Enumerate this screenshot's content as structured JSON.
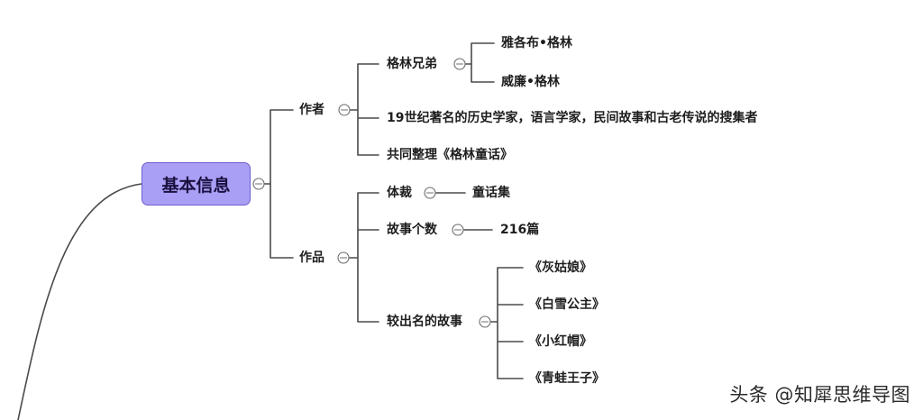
{
  "mindmap": {
    "root": "基本信息",
    "author_branch": {
      "label": "作者",
      "brothers": {
        "label": "格林兄弟",
        "members": [
          "雅各布•格林",
          "威廉•格林"
        ]
      },
      "description": "19世纪著名的历史学家，语言学家，民间故事和古老传说的搜集者",
      "compiled": "共同整理《格林童话》"
    },
    "works_branch": {
      "label": "作品",
      "genre": {
        "label": "体裁",
        "value": "童话集"
      },
      "story_count": {
        "label": "故事个数",
        "value": "216篇"
      },
      "famous_stories": {
        "label": "较出名的故事",
        "items": [
          "《灰姑娘》",
          "《白雪公主》",
          "《小红帽》",
          "《青蛙王子》"
        ]
      }
    }
  },
  "watermark": "头条 @知犀思维导图",
  "colors": {
    "root_fill": "#a99ff5",
    "root_border": "#6a5fcf",
    "connector": "#4a4a4a",
    "text": "#1e1e1e"
  }
}
